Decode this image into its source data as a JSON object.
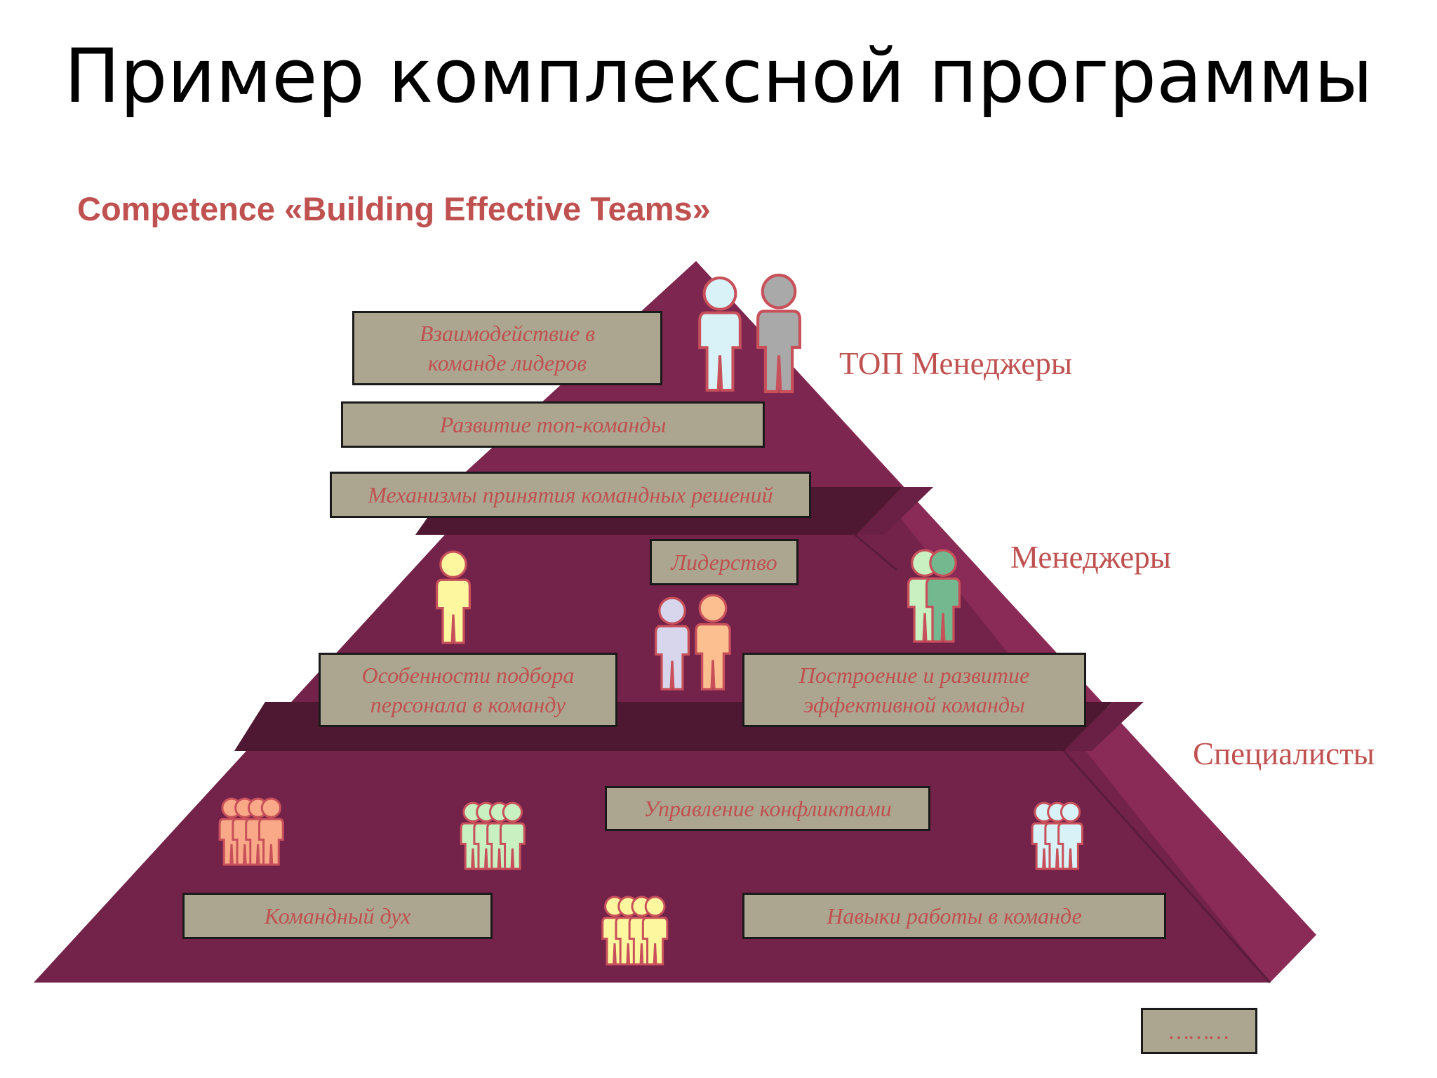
{
  "title": "Пример комплексной программы",
  "subtitle": "Competence «Building Effective Teams»",
  "levels": {
    "top": "ТОП Менеджеры",
    "middle": "Менеджеры",
    "bottom": "Специалисты"
  },
  "boxes": {
    "leaders_interaction": "Взаимодействие в\nкоманде лидеров",
    "top_team_development": "Развитие топ-команды",
    "decision_mechanisms": "Механизмы принятия командных решений",
    "leadership": "Лидерство",
    "staff_selection": "Особенности подбора\nперсонала в команду",
    "team_building": "Построение и  развитие\nэффективной команды",
    "conflict_management": "Управление конфликтами",
    "team_spirit": "Командный дух",
    "teamwork_skills": "Навыки работы в команде",
    "more": "………"
  },
  "colors": {
    "pyramid_front": "#73224a",
    "pyramid_side": "#8a2a57",
    "accent_text": "#bf5150",
    "box_fill": "#aca58f",
    "figure_outline": "#c8505a",
    "figure_light_blue": "#d9f2f8",
    "figure_gray": "#a9a9a9",
    "figure_yellow": "#fdf8a0",
    "figure_lavender": "#d7d6ec",
    "figure_orange": "#fbbf90",
    "figure_light_green": "#c9f0c0",
    "figure_green": "#74b890",
    "figure_salmon": "#f9a888"
  }
}
